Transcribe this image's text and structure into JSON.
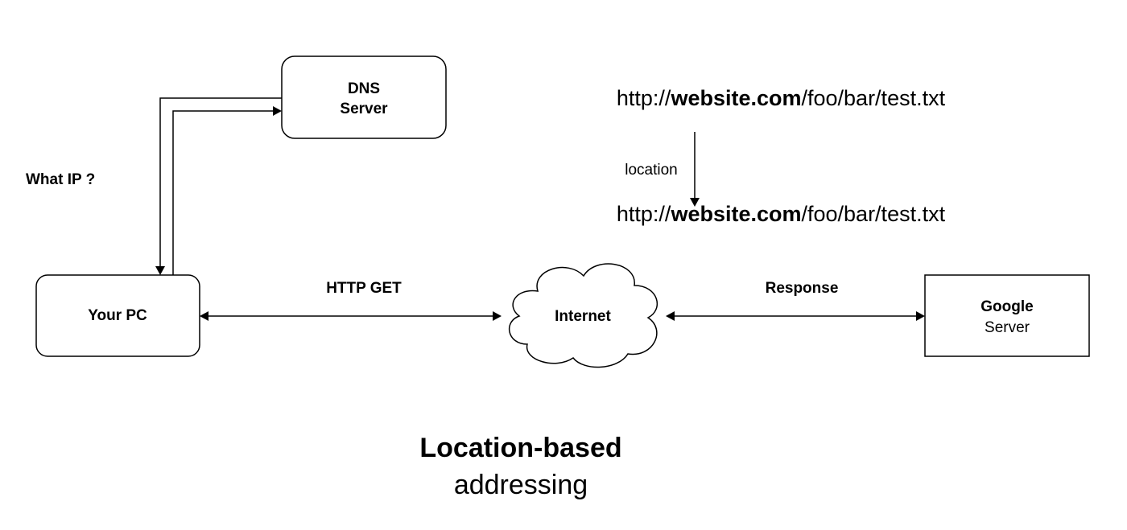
{
  "nodes": {
    "dns_server": {
      "line1": "DNS",
      "line2": "Server"
    },
    "your_pc": {
      "label": "Your PC"
    },
    "internet": {
      "label": "Internet"
    },
    "google_server": {
      "line1": "Google",
      "line2": "Server"
    }
  },
  "edge_labels": {
    "what_ip": "What IP ?",
    "http_get": "HTTP GET",
    "response": "Response",
    "location": "location"
  },
  "urls": {
    "top": {
      "scheme": "http://",
      "domain": "website.com",
      "path": "/foo/bar/test.txt"
    },
    "bottom": {
      "scheme": "http://",
      "domain": "website.com",
      "path": "/foo/bar/test.txt"
    }
  },
  "caption": {
    "title": "Location-based",
    "subtitle": "addressing"
  }
}
